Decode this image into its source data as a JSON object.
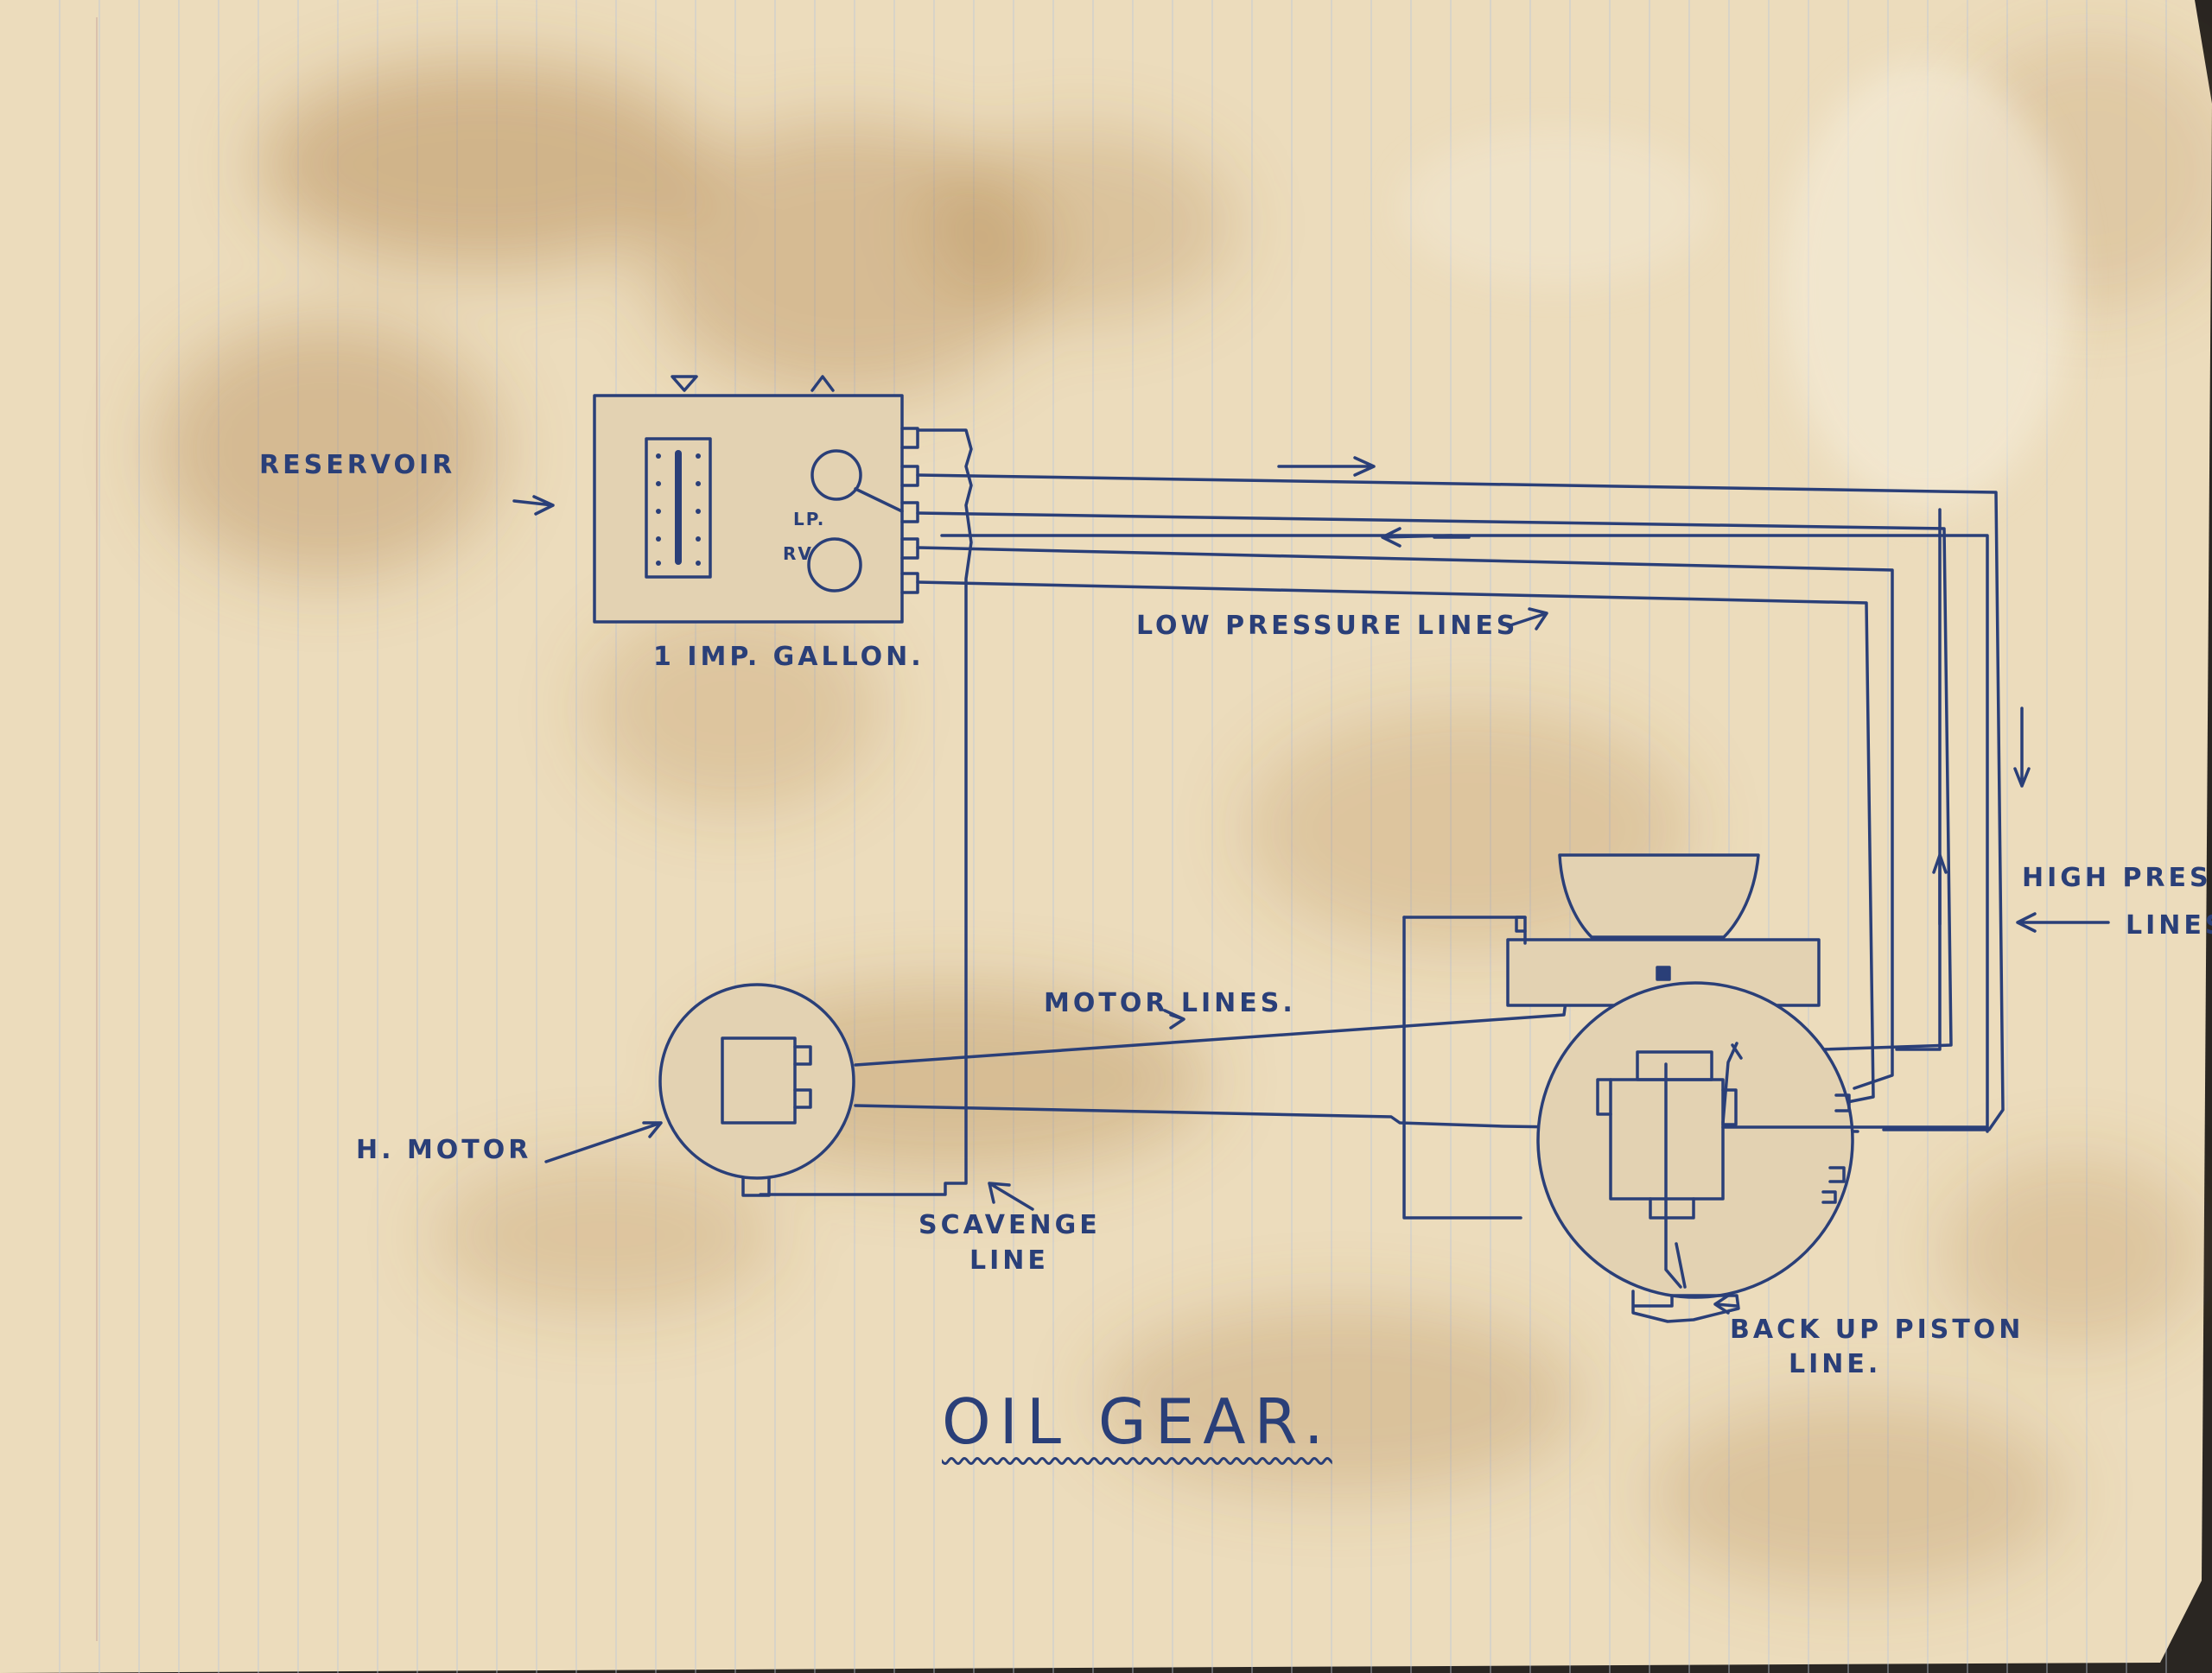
{
  "title": "OIL GEAR.",
  "labels": {
    "reservoir": "RESERVOIR",
    "capacity": "1 IMP. GALLON.",
    "lp": "LP.",
    "rv": "RV",
    "low_pressure": "LOW PRESSURE LINES",
    "high_pressure_1": "HIGH PRESS",
    "high_pressure_2": "LINES",
    "motor_lines": "MOTOR LINES.",
    "h_motor": "H. MOTOR",
    "scavenge_1": "SCAVENGE",
    "scavenge_2": "LINE",
    "backup_1": "BACK UP PISTON",
    "backup_2": "LINE."
  },
  "colors": {
    "ink": "#2a3f78",
    "paper": "#ecdcbc",
    "stain": "#a7773c",
    "rule": "#b9c4d8"
  }
}
